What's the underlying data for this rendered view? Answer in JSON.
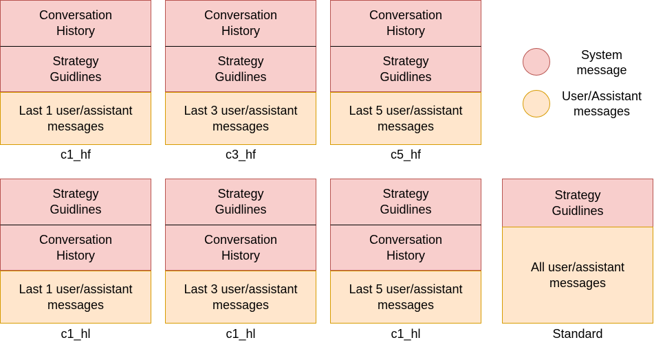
{
  "configs": [
    {
      "blocks": [
        {
          "kind": "system",
          "text": "Conversation\nHistory"
        },
        {
          "kind": "system",
          "text": "Strategy\nGuidlines"
        },
        {
          "kind": "user",
          "text": "Last 1 user/assistant\nmessages"
        }
      ],
      "label": "c1_hf"
    },
    {
      "blocks": [
        {
          "kind": "system",
          "text": "Conversation\nHistory"
        },
        {
          "kind": "system",
          "text": "Strategy\nGuidlines"
        },
        {
          "kind": "user",
          "text": "Last 3 user/assistant\nmessages"
        }
      ],
      "label": "c3_hf"
    },
    {
      "blocks": [
        {
          "kind": "system",
          "text": "Conversation\nHistory"
        },
        {
          "kind": "system",
          "text": "Strategy\nGuidlines"
        },
        {
          "kind": "user",
          "text": "Last 5 user/assistant\nmessages"
        }
      ],
      "label": "c5_hf"
    },
    {
      "blocks": [
        {
          "kind": "system",
          "text": "Strategy\nGuidlines"
        },
        {
          "kind": "system",
          "text": "Conversation\nHistory"
        },
        {
          "kind": "user",
          "text": "Last 1 user/assistant\nmessages"
        }
      ],
      "label": "c1_hl"
    },
    {
      "blocks": [
        {
          "kind": "system",
          "text": "Strategy\nGuidlines"
        },
        {
          "kind": "system",
          "text": "Conversation\nHistory"
        },
        {
          "kind": "user",
          "text": "Last 3 user/assistant\nmessages"
        }
      ],
      "label": "c1_hl"
    },
    {
      "blocks": [
        {
          "kind": "system",
          "text": "Strategy\nGuidlines"
        },
        {
          "kind": "system",
          "text": "Conversation\nHistory"
        },
        {
          "kind": "user",
          "text": "Last 5 user/assistant\nmessages"
        }
      ],
      "label": "c1_hl"
    },
    {
      "blocks": [
        {
          "kind": "system",
          "text": "Strategy\nGuidlines"
        },
        {
          "kind": "user",
          "text": "All user/assistant\nmessages"
        }
      ],
      "label": "Standard"
    }
  ],
  "legend": [
    {
      "kind": "system",
      "text": "System\nmessage"
    },
    {
      "kind": "user",
      "text": "User/Assistant\nmessages"
    }
  ],
  "colors": {
    "system_fill": "#f8cecc",
    "system_stroke": "#b85450",
    "user_fill": "#ffe6cc",
    "user_stroke": "#d79b00"
  }
}
